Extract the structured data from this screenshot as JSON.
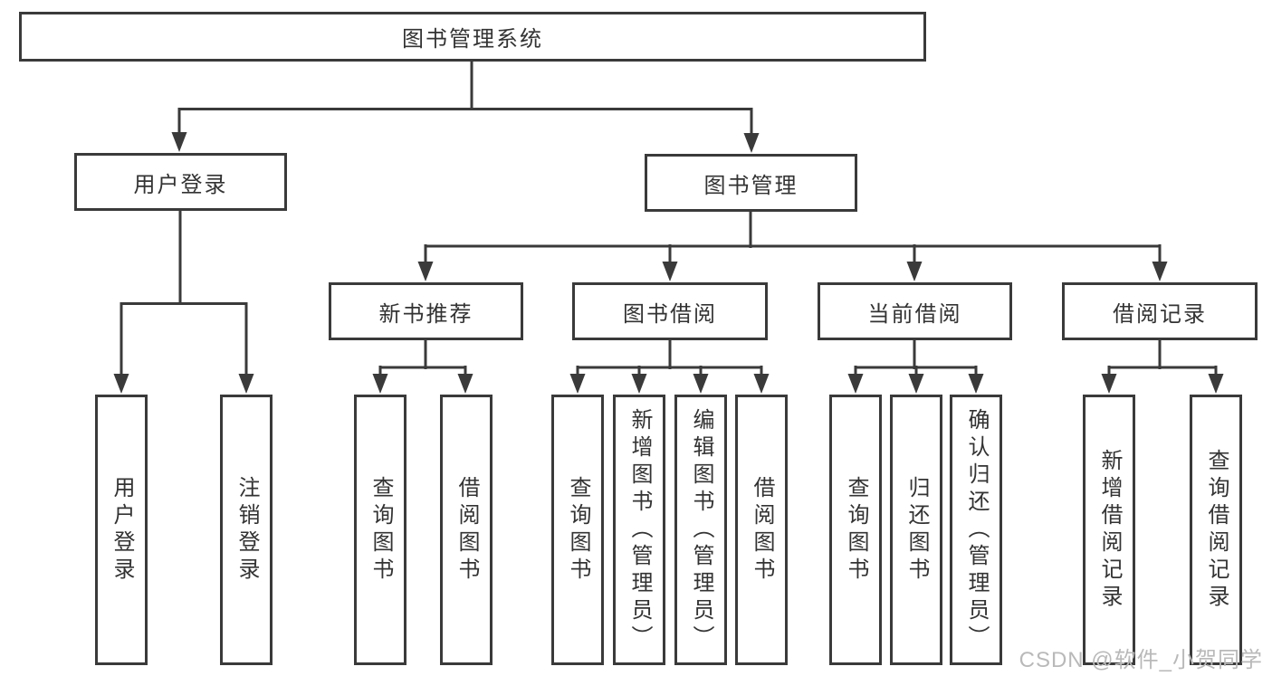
{
  "colors": {
    "line": "#3a3a3a",
    "text": "#333333",
    "box_background": "#ffffff",
    "background": "#ffffff",
    "watermark": "#b9b9b9"
  },
  "watermark": {
    "text": "CSDN @软件_小贺同学"
  },
  "tree": {
    "label": "图书管理系统",
    "children": [
      {
        "label": "用户登录",
        "children": [
          {
            "label": "用户登录"
          },
          {
            "label": "注销登录"
          }
        ]
      },
      {
        "label": "图书管理",
        "children": [
          {
            "label": "新书推荐",
            "children": [
              {
                "label": "查询图书"
              },
              {
                "label": "借阅图书"
              }
            ]
          },
          {
            "label": "图书借阅",
            "children": [
              {
                "label": "查询图书"
              },
              {
                "label": "新增图书（管理员）"
              },
              {
                "label": "编辑图书（管理员）"
              },
              {
                "label": "借阅图书"
              }
            ]
          },
          {
            "label": "当前借阅",
            "children": [
              {
                "label": "查询图书"
              },
              {
                "label": "归还图书"
              },
              {
                "label": "确认归还（管理员）"
              }
            ]
          },
          {
            "label": "借阅记录",
            "children": [
              {
                "label": "新增借阅记录"
              },
              {
                "label": "查询借阅记录"
              }
            ]
          }
        ]
      }
    ]
  }
}
